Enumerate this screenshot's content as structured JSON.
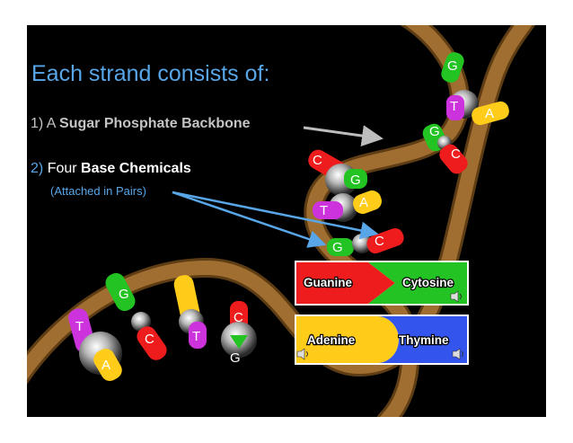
{
  "heading": "Each strand consists of:",
  "items": [
    {
      "number": "1)",
      "prefix": "A",
      "bold": "Sugar Phosphate Backbone"
    },
    {
      "number": "2)",
      "prefix": "Four",
      "bold": "Base Chemicals",
      "note": "(Attached in Pairs)"
    }
  ],
  "base_labels": {
    "G1": "G",
    "T1": "T",
    "A1": "A",
    "G2": "G",
    "C2": "C",
    "C3": "C",
    "G3": "G",
    "T4": "T",
    "A4": "A",
    "G5": "G",
    "C5": "C",
    "T6": "T",
    "A6": "A",
    "G7": "G",
    "C7": "C",
    "T8": "T",
    "C9": "C",
    "G9": "G"
  },
  "key": {
    "guanine": "Guanine",
    "cytosine": "Cytosine",
    "adenine": "Adenine",
    "thymine": "Thymine"
  },
  "colors": {
    "guanine": "#22c322",
    "cytosine": "#ee1c1c",
    "adenine": "#ffcc1a",
    "thymine": "#cc33dd",
    "backbone": "#a06e30",
    "heading": "#58a6e8"
  },
  "icons": [
    "speaker-icon"
  ]
}
